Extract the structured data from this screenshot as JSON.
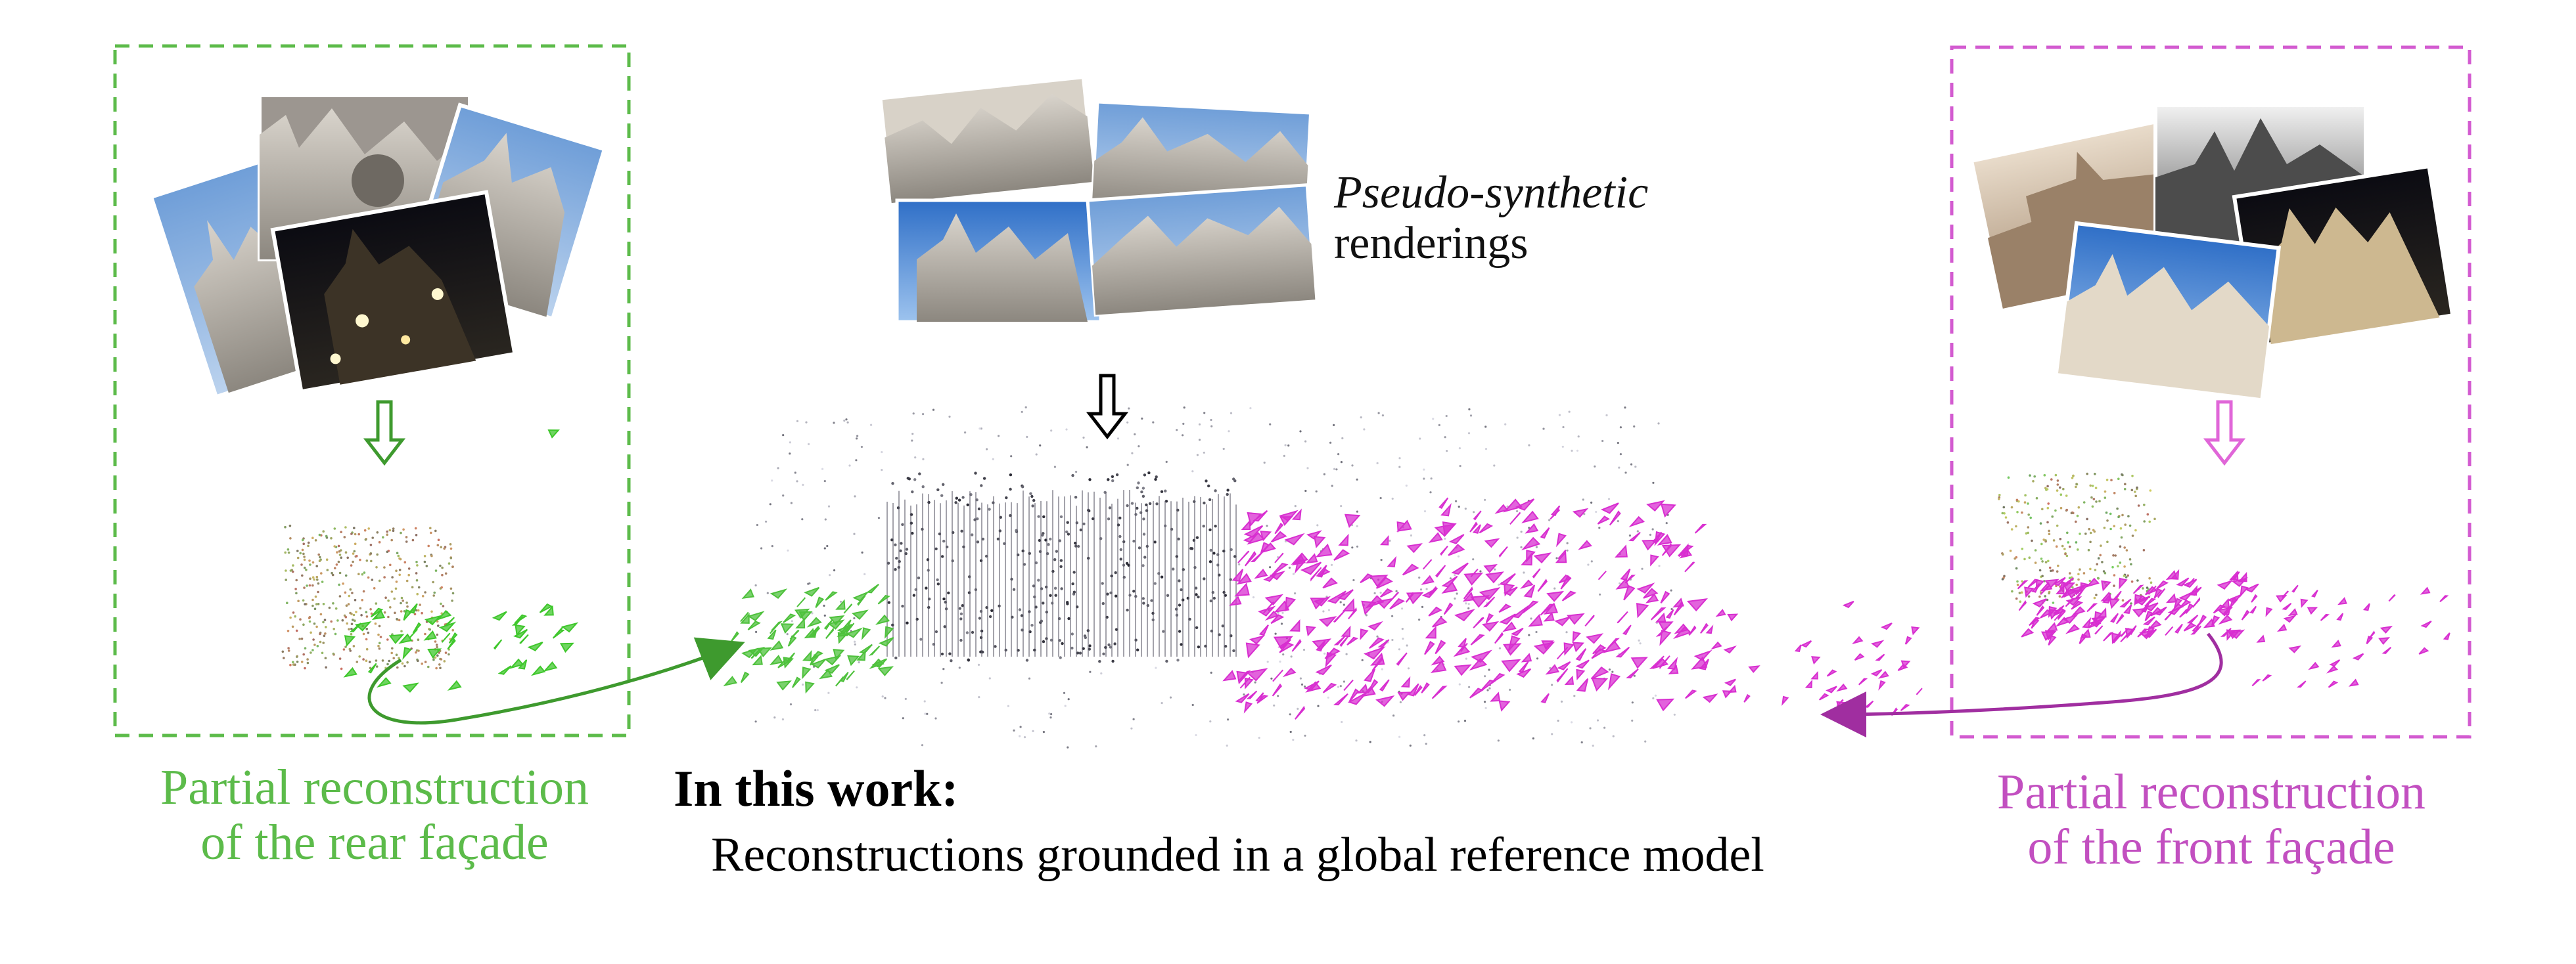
{
  "colors": {
    "green": "#5cbb4a",
    "green_dark": "#3e9a2e",
    "magenta": "#c24fc0",
    "magenta_bright": "#d82fd0",
    "black": "#000000"
  },
  "left_panel": {
    "caption_line1": "Partial reconstruction",
    "caption_line2": "of the rear façade",
    "arrow_icon": "down-arrow-icon"
  },
  "right_panel": {
    "caption_line1": "Partial reconstruction",
    "caption_line2": "of the front façade",
    "arrow_icon": "down-arrow-icon"
  },
  "center": {
    "render_caption_italic": "Pseudo-synthetic",
    "render_caption_plain": "renderings",
    "work_heading": "In this work:",
    "work_body": "Reconstructions grounded in a global reference model",
    "arrow_icon": "down-arrow-icon"
  }
}
